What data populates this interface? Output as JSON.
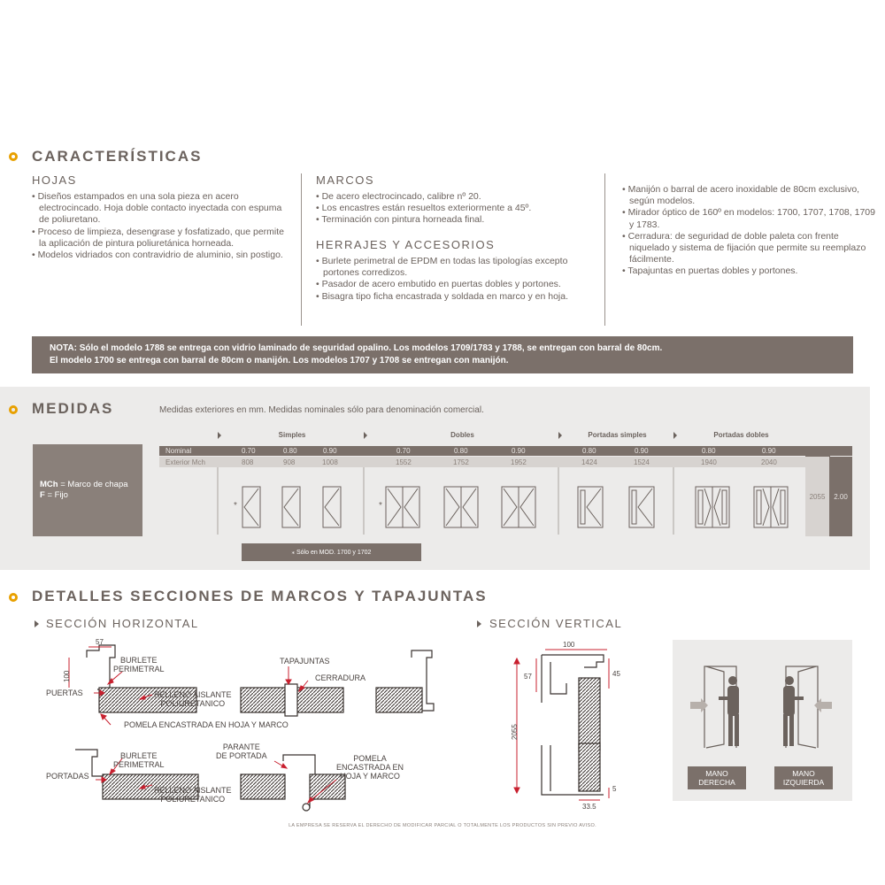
{
  "caracteristicas": {
    "title": "CARACTERÍSTICAS",
    "hojas": {
      "title": "HOJAS",
      "items": [
        "• Diseños estampados en una sola pieza en acero electrocincado. Hoja doble contacto inyectada con espuma de poliuretano.",
        "• Proceso de limpieza, desengrase y fosfatizado, que permite la aplicación de pintura poliuretánica horneada.",
        "• Modelos vidriados con contravidrio de aluminio, sin postigo."
      ]
    },
    "marcos": {
      "title": "MARCOS",
      "items": [
        "• De acero electrocincado, calibre nº 20.",
        "• Los encastres están resueltos exteriormente a 45º.",
        "• Terminación con pintura horneada final."
      ]
    },
    "herrajes": {
      "title": "HERRAJES Y ACCESORIOS",
      "items": [
        "• Burlete perimetral de EPDM en todas las tipologías excepto portones corredizos.",
        "• Pasador de acero embutido en puertas dobles y portones.",
        "• Bisagra tipo ficha encastrada y soldada en marco y en hoja."
      ]
    },
    "extra": {
      "items": [
        "• Manijón o barral de acero inoxidable de 80cm exclusivo, según modelos.",
        "• Mirador óptico de 160º en modelos: 1700, 1707, 1708, 1709 y 1783.",
        "• Cerradura: de seguridad de doble paleta con frente niquelado y sistema de fijación que permite su reemplazo fácilmente.",
        "• Tapajuntas en puertas dobles y portones."
      ]
    }
  },
  "nota": {
    "line1": "NOTA: Sólo el modelo 1788 se entrega con vidrio laminado de seguridad opalino. Los modelos 1709/1783 y 1788, se entregan con barral de 80cm.",
    "line2": "El modelo 1700 se entrega con barral de 80cm o manijón. Los modelos 1707 y 1708 se entregan con manijón."
  },
  "medidas": {
    "title": "MEDIDAS",
    "subtitle": "Medidas exteriores en mm. Medidas nominales sólo para denominación comercial.",
    "legend_line1_key": "MCh",
    "legend_line1_text": " = Marco de chapa",
    "legend_line2_key": "F",
    "legend_line2_text": " = Fijo",
    "groups": [
      "Simples",
      "Dobles",
      "Portadas simples",
      "Portadas dobles"
    ],
    "row_nominal_label": "Nominal",
    "row_exterior_label": "Exterior Mch",
    "nominal": [
      "0.70",
      "0.80",
      "0.90",
      "0.70",
      "0.80",
      "0.90",
      "0.80",
      "0.90",
      "0.80",
      "0.90"
    ],
    "exterior": [
      "808",
      "908",
      "1008",
      "1552",
      "1752",
      "1952",
      "1424",
      "1524",
      "1940",
      "2040"
    ],
    "height_mch": "2055",
    "height_nominal": "2.00",
    "star_note": "⁎  Sólo en MOD. 1700 y 1702",
    "star": "*"
  },
  "detalles": {
    "title": "DETALLES SECCIONES DE MARCOS Y TAPAJUNTAS",
    "horizontal": {
      "title": "SECCIÓN HORIZONTAL",
      "dim_57": "57",
      "dim_100": "100",
      "burlete": "BURLETE\nPERIMETRAL",
      "puertas": "PUERTAS",
      "relleno": "RELLENO AISLANTE\nPOLIURETANICO",
      "pomela": "POMELA ENCASTRADA EN HOJA Y MARCO",
      "tapajuntas": "TAPAJUNTAS",
      "cerradura": "CERRADURA",
      "burlete2": "BURLETE\nPERIMETRAL",
      "portadas": "PORTADAS",
      "relleno2": "RELLENO AISLANTE\nPOLIURETANICO",
      "parante": "PARANTE\nDE PORTADA",
      "pomela2": "POMELA\nENCASTRADA EN\nHOJA Y MARCO"
    },
    "vertical": {
      "title": "SECCIÓN VERTICAL",
      "dim_100": "100",
      "dim_57": "57",
      "dim_45": "45",
      "dim_2055": "2055",
      "dim_5": "5",
      "dim_335": "33.5"
    },
    "mano": {
      "derecha": "MANO\nDERECHA",
      "izquierda": "MANO\nIZQUIERDA"
    }
  },
  "footer": "LA EMPRESA SE RESERVA EL DERECHO DE MODIFICAR PARCIAL O TOTALMENTE LOS PRODUCTOS SIN PREVIO AVISO.",
  "colors": {
    "accent": "#e8a000",
    "brown": "#7b706a",
    "text": "#6b625d",
    "red": "#c8202f"
  }
}
